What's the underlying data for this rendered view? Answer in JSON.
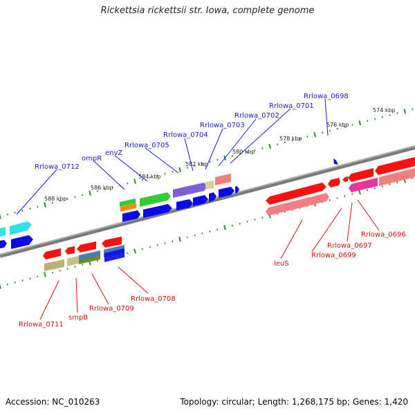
{
  "title": "Rickettsia rickettsii str. Iowa, complete genome",
  "footer": {
    "accession": "Accession: NC_010263",
    "summary": "Topology: circular; Length: 1,268,175 bp; Genes: 1,420"
  },
  "colors": {
    "upper_label": "#1a1acc",
    "lower_label": "#d01010",
    "tick": "#2e8b2e",
    "backbone": "#808080"
  },
  "scale_labels": [
    "588 kbp",
    "586 kbp",
    "584 kbp",
    "582 kbp",
    "580 kbp",
    "578 kbp",
    "576 kbp",
    "574 kbp"
  ],
  "upper_gene_labels": [
    "Rrlowa_0712",
    "ompR",
    "envZ",
    "Rrlowa_0705",
    "Rrlowa_0704",
    "Rrlowa_0703",
    "Rrlowa_0702",
    "Rrlowa_0701",
    "Rrlowa_0698"
  ],
  "lower_gene_labels": [
    "Rrlowa_0711",
    "smpB",
    "Rrlowa_0709",
    "Rrlowa_0708",
    "leuS",
    "Rrlowa_0699",
    "Rrlowa_0697",
    "Rrlowa_0696"
  ]
}
